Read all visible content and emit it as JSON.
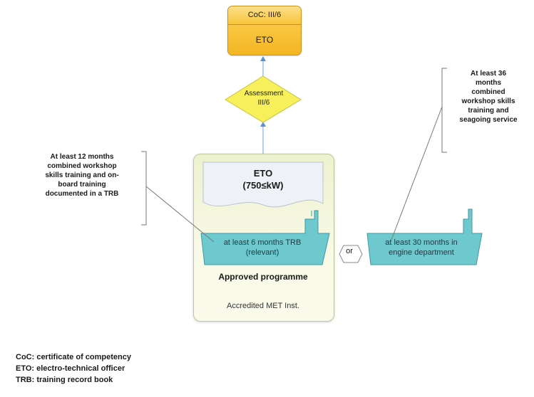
{
  "coc": {
    "header": "CoC: III/6",
    "label": "ETO"
  },
  "assessment": {
    "line1": "Assessment",
    "line2": "III/6"
  },
  "left_callout": [
    "At least 12 months",
    "combined workshop",
    "skills training and on-",
    "board training",
    "documented in a TRB"
  ],
  "right_callout": [
    "At least 36",
    "months",
    "combined",
    "workshop skills",
    "training and",
    "seagoing service"
  ],
  "program": {
    "title": "ETO",
    "power": "(750≤kW)",
    "ship_left": [
      "at least 6 months TRB",
      "(relevant)"
    ],
    "approved": "Approved programme",
    "institution": "Accredited MET Inst."
  },
  "or_label": "or",
  "ship_right": [
    "at least 30 months in",
    "engine department"
  ],
  "legend": [
    "CoC: certificate of competency",
    "ETO: electro-technical officer",
    "TRB: training record book"
  ],
  "colors": {
    "coc_fill": "#f7c23a",
    "assessment_fill": "#f7f05a",
    "program_fill": "#f3f5da",
    "ship_fill": "#6dc9ce",
    "connector": "#5b8fd1"
  }
}
